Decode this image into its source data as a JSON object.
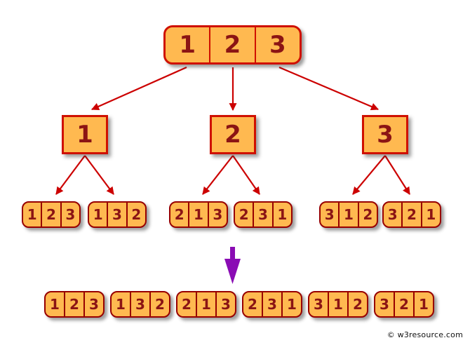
{
  "palette": {
    "box_fill": "#FFB950",
    "box_border_red": "#CF1000",
    "box_border_maroon": "#970000",
    "digit_color": "#8B1414",
    "arrow_red": "#CC0000",
    "arrow_purple": "#8A0CB4",
    "background": "#FFFFFF",
    "copyright_color": "#111111"
  },
  "tree": {
    "root": {
      "cells": [
        "1",
        "2",
        "3"
      ]
    },
    "level1": [
      {
        "label": "1"
      },
      {
        "label": "2"
      },
      {
        "label": "3"
      }
    ],
    "level2": [
      {
        "cells": [
          "1",
          "2",
          "3"
        ]
      },
      {
        "cells": [
          "1",
          "3",
          "2"
        ]
      },
      {
        "cells": [
          "2",
          "1",
          "3"
        ]
      },
      {
        "cells": [
          "2",
          "3",
          "1"
        ]
      },
      {
        "cells": [
          "3",
          "1",
          "2"
        ]
      },
      {
        "cells": [
          "3",
          "2",
          "1"
        ]
      }
    ]
  },
  "result_row": [
    {
      "cells": [
        "1",
        "2",
        "3"
      ]
    },
    {
      "cells": [
        "1",
        "3",
        "2"
      ]
    },
    {
      "cells": [
        "2",
        "1",
        "3"
      ]
    },
    {
      "cells": [
        "2",
        "3",
        "1"
      ]
    },
    {
      "cells": [
        "3",
        "1",
        "2"
      ]
    },
    {
      "cells": [
        "3",
        "2",
        "1"
      ]
    }
  ],
  "icons": {
    "merge_arrow_icon": "↓"
  },
  "footer": {
    "copyright": "© w3resource.com"
  }
}
